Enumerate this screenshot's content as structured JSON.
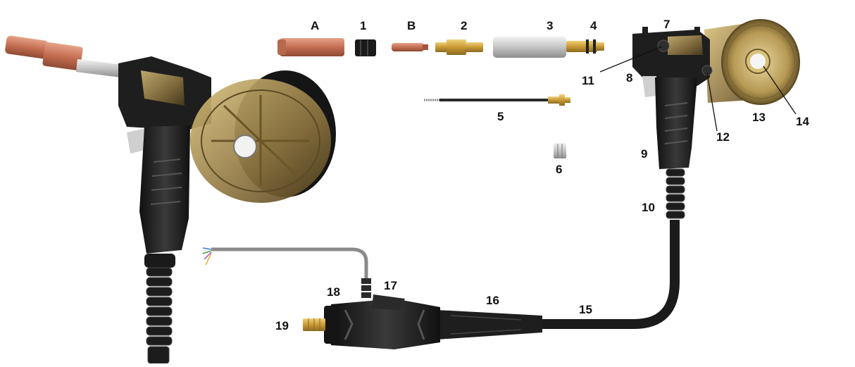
{
  "labels": {
    "A": "A",
    "n1": "1",
    "B": "B",
    "n2": "2",
    "n3": "3",
    "n4": "4",
    "n5": "5",
    "n6": "6",
    "n7": "7",
    "n8": "8",
    "n9": "9",
    "n10": "10",
    "n11": "11",
    "n12": "12",
    "n13": "13",
    "n14": "14",
    "n15": "15",
    "n16": "16",
    "n17": "17",
    "n18": "18",
    "n19": "19"
  },
  "colors": {
    "body": "#1e1e1e",
    "copper": "#c9795f",
    "brass": "#c9a24a",
    "spool_amber": "#8a7340",
    "steel": "#c8c8c8"
  }
}
